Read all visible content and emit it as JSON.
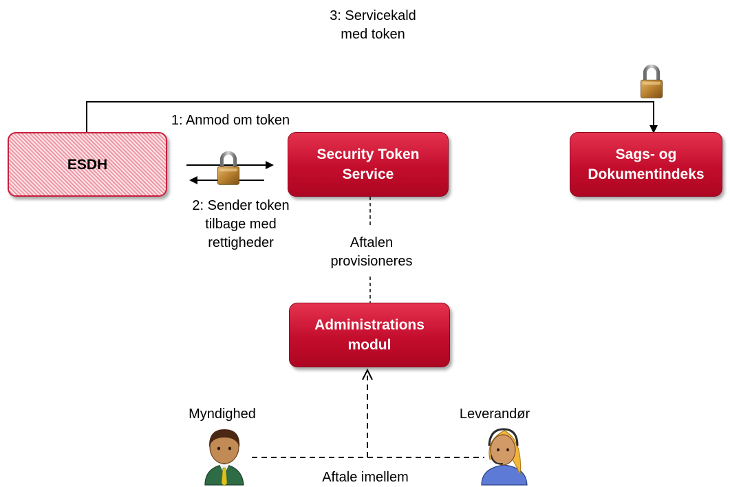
{
  "nodes": {
    "esdh": "ESDH",
    "sts": "Security Token\nService",
    "sdi": "Sags- og\nDokumentindeks",
    "admin": "Administrations\nmodul"
  },
  "labels": {
    "servicecall": "3: Servicekald\nmed token",
    "request": "1: Anmod om token",
    "send_back": "2: Sender token\ntilbage med\nrettigheder",
    "provisioned": "Aftalen\nprovisioneres",
    "authority": "Myndighed",
    "supplier": "Leverandør",
    "agreement": "Aftale imellem"
  },
  "icons": [
    "padlock-icon",
    "padlock-icon",
    "businessman-icon",
    "support-agent-icon"
  ],
  "colors": {
    "box_fill": "#c9102f",
    "box_hatch": "#ee98a5",
    "line": "#000000"
  }
}
